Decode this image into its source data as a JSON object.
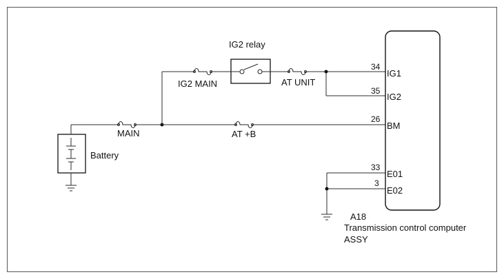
{
  "labels": {
    "ig2_relay": "IG2 relay",
    "ig2_main": "IG2 MAIN",
    "at_unit": "AT UNIT",
    "main": "MAIN",
    "at_b": "AT +B",
    "battery": "Battery",
    "connector": "A18",
    "ecu_name_line1": "Transmission control computer",
    "ecu_name_line2": "ASSY"
  },
  "pins": {
    "ig1": {
      "number": "34",
      "name": "IG1"
    },
    "ig2": {
      "number": "35",
      "name": "IG2"
    },
    "bm": {
      "number": "26",
      "name": "BM"
    },
    "e01": {
      "number": "33",
      "name": "E01"
    },
    "e02": {
      "number": "3",
      "name": "E02"
    }
  }
}
